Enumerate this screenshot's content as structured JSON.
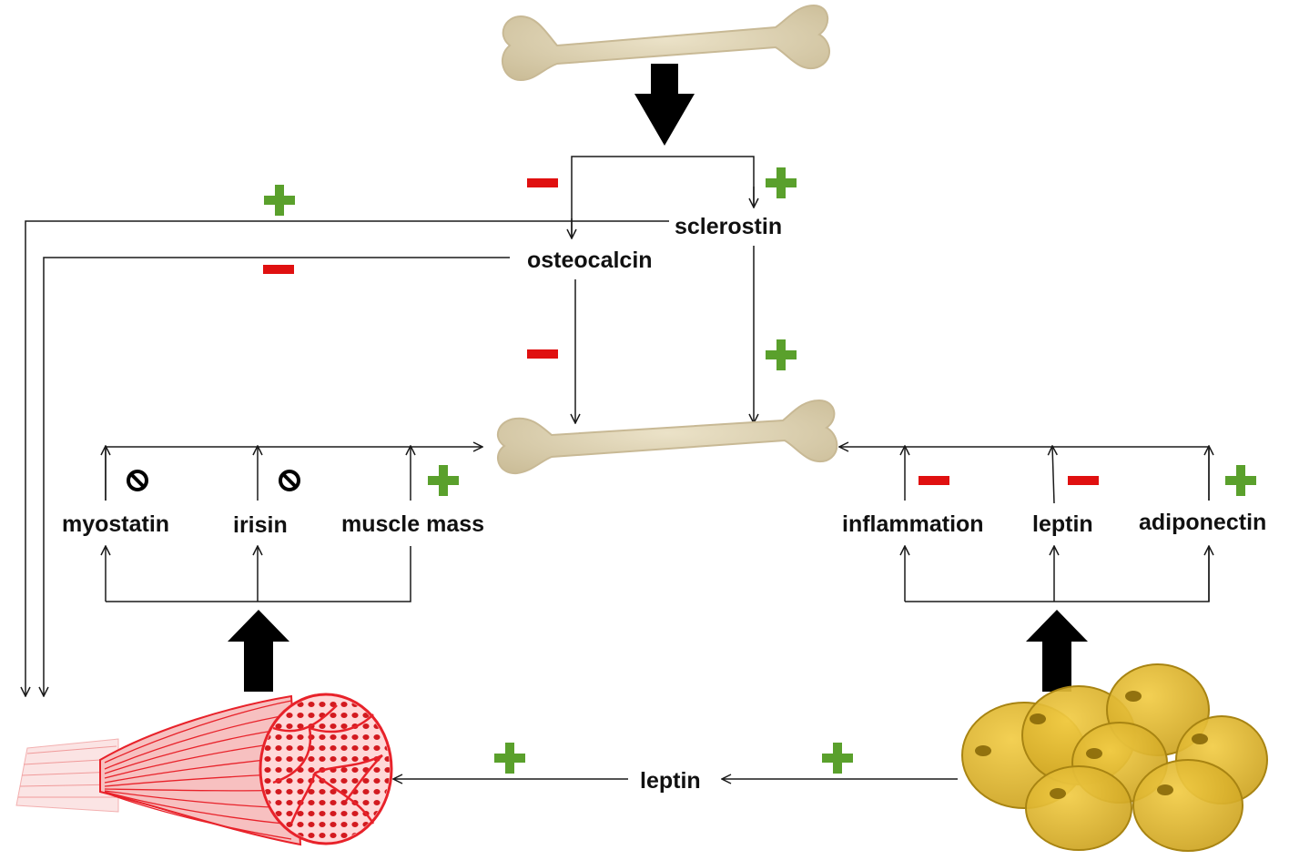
{
  "labels": {
    "sclerostin": "sclerostin",
    "osteocalcin": "osteocalcin",
    "myostatin": "myostatin",
    "irisin": "irisin",
    "muscle_mass": "muscle mass",
    "inflammation": "inflammation",
    "leptin_fat": "leptin",
    "adiponectin": "adiponectin",
    "leptin_muscle": "leptin"
  },
  "colors": {
    "plus": "#5aa02c",
    "minus": "#e01010",
    "bone": "#d8ccab",
    "muscle": "#e8222a",
    "fat": "#e2b52a",
    "line": "#1a1a1a"
  },
  "icons": [
    "bone-icon",
    "muscle-icon",
    "fat-cells-icon",
    "plus-sign-icon",
    "minus-sign-icon",
    "inhibit-icon"
  ]
}
